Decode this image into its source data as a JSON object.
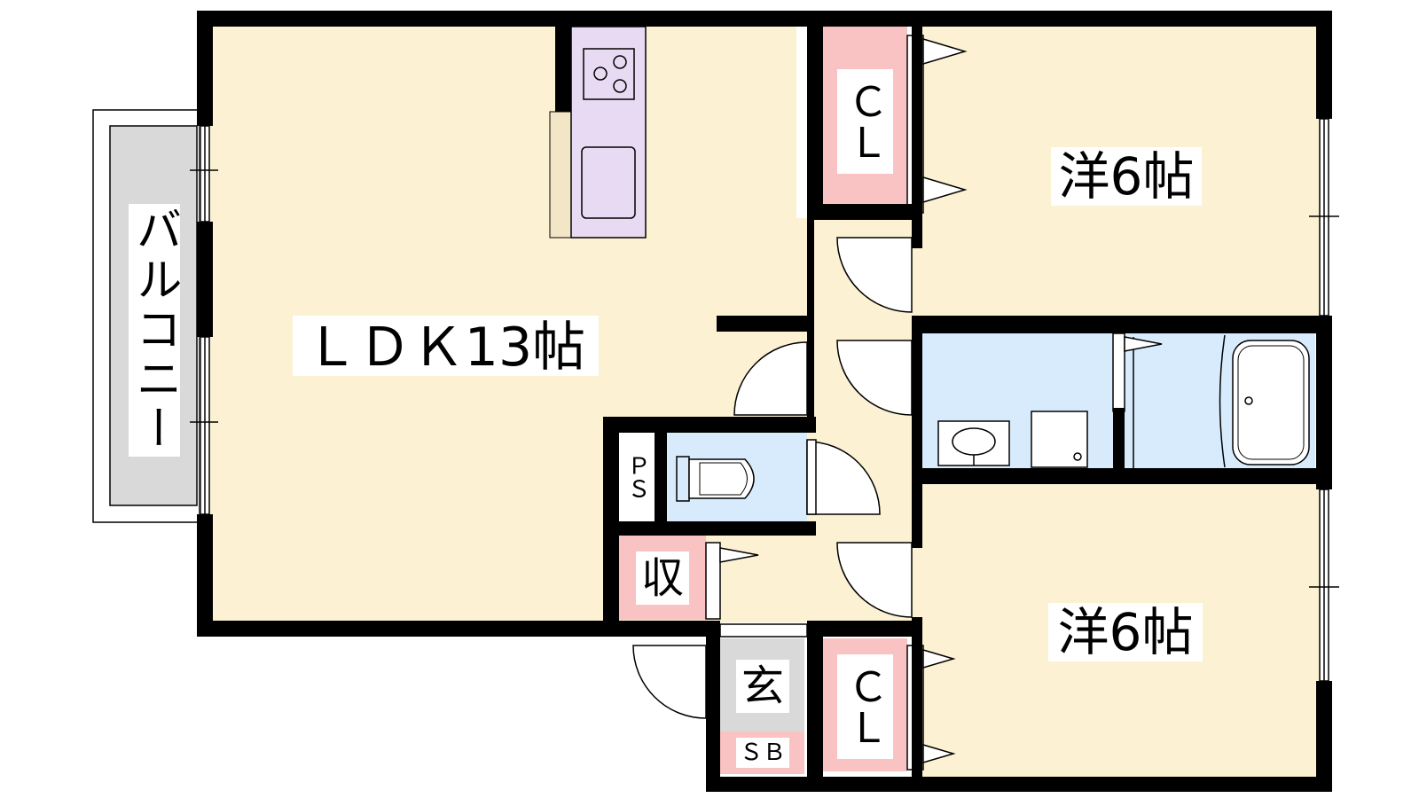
{
  "labels": {
    "ldk": "ＬＤＫ13帖",
    "room_north": "洋6帖",
    "room_south": "洋6帖",
    "balcony": "バルコニー",
    "closet_north": "ＣＬ",
    "closet_south": "ＣＬ",
    "storage": "収",
    "entrance": "玄",
    "shoe_box": "ＳＢ",
    "pipe_space": "ＰＳ"
  },
  "icons": {
    "stove": "three-burner-stove-icon",
    "sink": "kitchen-sink-icon",
    "toilet": "toilet-icon",
    "washbasin": "washbasin-icon",
    "washing_machine": "washing-machine-pan-icon",
    "bathtub": "bathtub-icon",
    "door": "door-swing-icon"
  },
  "colors": {
    "living": "#FCF1D2",
    "closet": "#FAC3C3",
    "wet": "#D8EBFC",
    "kitchen": "#E8DAF3",
    "counter": "#F3E6C6",
    "balcony": "#D9D9D9",
    "entrance": "#D9D9D9",
    "wall": "#000000"
  }
}
